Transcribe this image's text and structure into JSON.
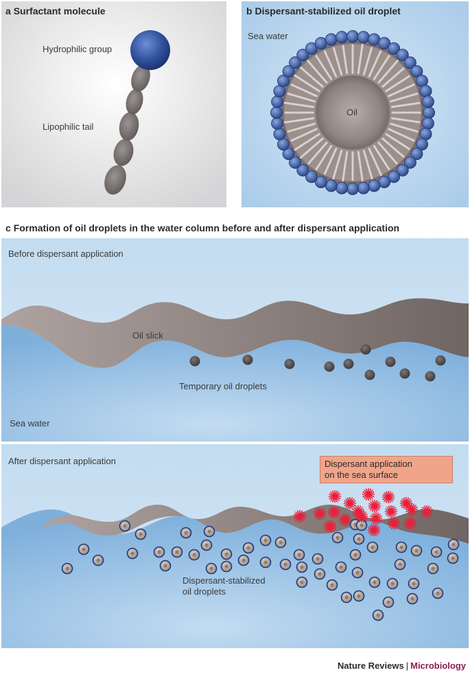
{
  "panel_a": {
    "letter": "a",
    "title": "Surfactant molecule",
    "hydrophilic_label": "Hydrophilic group",
    "lipophilic_label": "Lipophilic tail"
  },
  "panel_b": {
    "letter": "b",
    "title": "Dispersant-stabilized oil droplet",
    "sea_water_label": "Sea water",
    "oil_label": "Oil"
  },
  "panel_c": {
    "letter": "c",
    "title": "Formation of oil droplets in the water column before and after dispersant application",
    "before": {
      "heading": "Before dispersant application",
      "oil_slick_label": "Oil slick",
      "droplets_label": "Temporary oil droplets",
      "sea_water_label": "Sea water"
    },
    "after": {
      "heading": "After dispersant application",
      "callout_line1": "Dispersant application",
      "callout_line2": "on the sea surface",
      "droplets_line1": "Dispersant-stabilized",
      "droplets_line2": "oil droplets"
    }
  },
  "footer": {
    "publisher": "Nature Reviews",
    "separator": "|",
    "journal": "Microbiology"
  },
  "colors": {
    "hydrophilic_blue": "#2f4f9c",
    "oil_grey": "#8a7f7c",
    "water_blue": "#9fc4e6",
    "dispersant_red": "#e8213a",
    "callout_fill": "#f0a58a",
    "journal_accent": "#8b1d4f"
  }
}
